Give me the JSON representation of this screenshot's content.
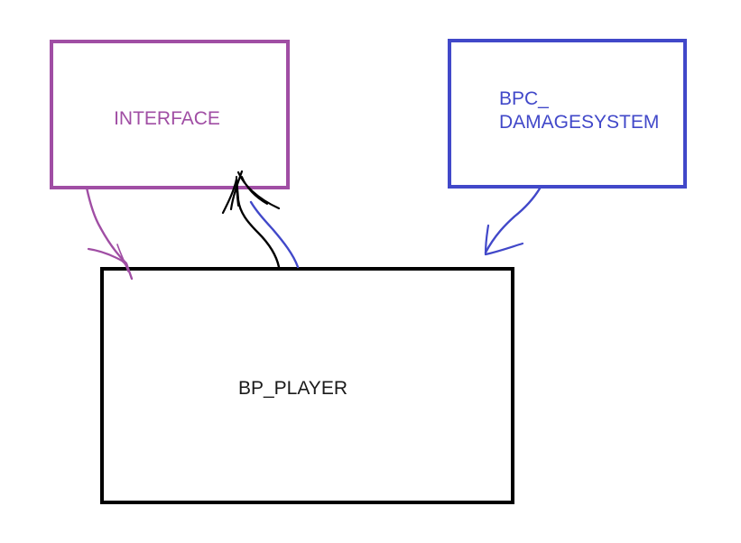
{
  "diagram": {
    "nodes": [
      {
        "id": "interface",
        "label": "INTERFACE"
      },
      {
        "id": "damage",
        "label": "BPC_\nDAMAGESYSTEM"
      },
      {
        "id": "player",
        "label": "BP_PLAYER"
      }
    ],
    "edges": [
      {
        "from": "interface",
        "to": "player"
      },
      {
        "from": "player",
        "to": "interface"
      },
      {
        "from": "damage",
        "to": "player"
      }
    ]
  },
  "colors": {
    "interface": "#a04ea4",
    "damage": "#4148c9",
    "player": "#000000",
    "background": "#ffffff"
  }
}
